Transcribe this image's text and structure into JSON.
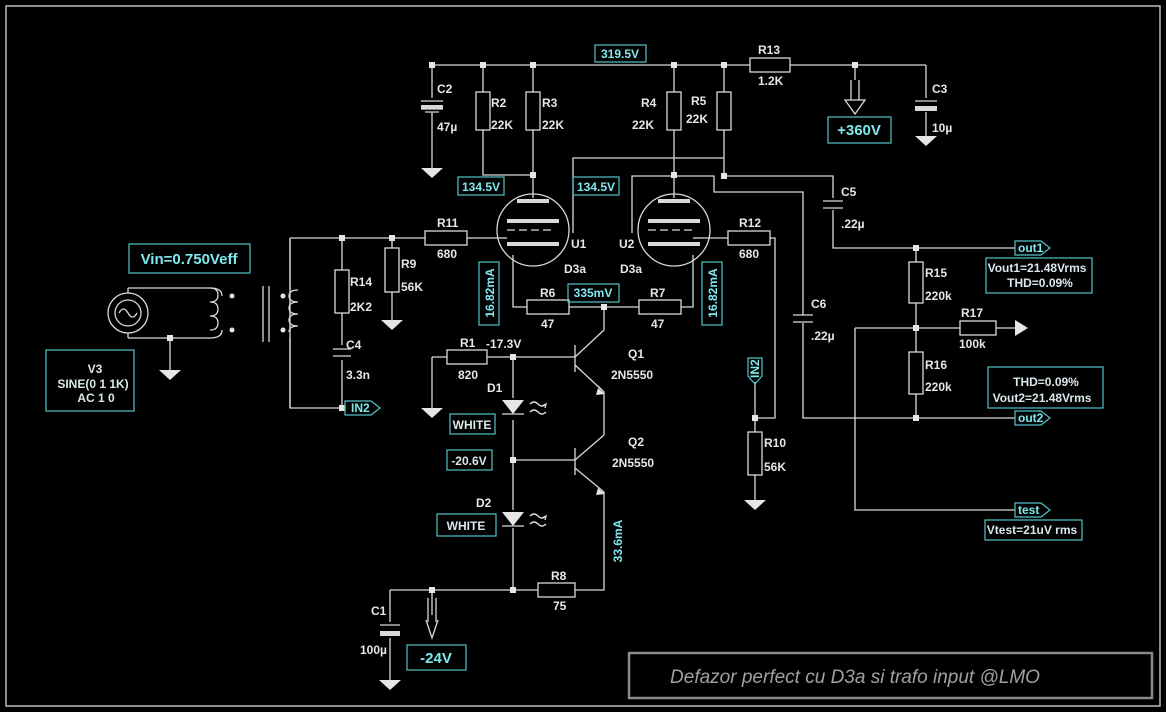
{
  "title": "Defazor perfect cu D3a si trafo input @LMO",
  "boxes": {
    "b_3195": "319.5V",
    "b_360": "+360V",
    "b_1345a": "134.5V",
    "b_1345b": "134.5V",
    "b_vin": "Vin=0.750Veff",
    "b_1682a": "16.82mA",
    "b_1682b": "16.82mA",
    "b_335": "335mV",
    "b_white1": "WHITE",
    "b_206": "-20.6V",
    "b_white2": "WHITE",
    "b_24": "-24V",
    "b_vout1a": "Vout1=21.48Vrms",
    "b_vout1b": "THD=0.09%",
    "b_vout2a": "THD=0.09%",
    "b_vout2b": "Vout2=21.48Vrms",
    "b_vtest": "Vtest=21uV rms",
    "b_v3a": "V3",
    "b_v3b": "SINE(0 1 1K)",
    "b_v3c": "AC 1 0"
  },
  "ports": {
    "out1": "out1",
    "out2": "out2",
    "test": "test",
    "in2a": "IN2",
    "in2b": "IN2"
  },
  "labels": {
    "C2": "C2",
    "C2v": "47µ",
    "R2": "R2",
    "R2v": "22K",
    "R3": "R3",
    "R3v": "22K",
    "R4": "R4",
    "R4v": "22K",
    "R5": "R5",
    "R5v": "22K",
    "R13": "R13",
    "R13v": "1.2K",
    "C3": "C3",
    "C3v": "10µ",
    "C5": "C5",
    "C5v": ".22µ",
    "C6": "C6",
    "C6v": ".22µ",
    "R11": "R11",
    "R11v": "680",
    "R12": "R12",
    "R12v": "680",
    "U1": "U1",
    "U2": "U2",
    "U1t": "D3a",
    "U2t": "D3a",
    "R14": "R14",
    "R14v": "2K2",
    "R9": "R9",
    "R9v": "56K",
    "C4": "C4",
    "C4v": "3.3n",
    "R6": "R6",
    "R6v": "47",
    "R7": "R7",
    "R7v": "47",
    "R1": "R1",
    "R1v": "820",
    "n173": "-17.3V",
    "Q1": "Q1",
    "Q1t": "2N5550",
    "Q2": "Q2",
    "Q2t": "2N5550",
    "D1": "D1",
    "D2": "D2",
    "R15": "R15",
    "R15v": "220k",
    "R16": "R16",
    "R16v": "220k",
    "R17": "R17",
    "R17v": "100k",
    "R10": "R10",
    "R10v": "56K",
    "R8": "R8",
    "R8v": "75",
    "C1": "C1",
    "C1v": "100µ",
    "i336": "33.6mA"
  }
}
